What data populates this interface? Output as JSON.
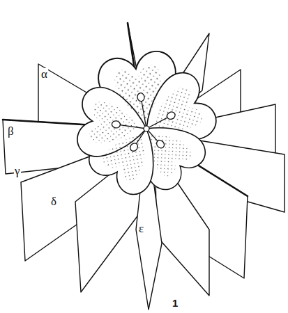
{
  "diagram": {
    "labels": [
      "α",
      "β",
      "γ",
      "δ",
      "ε",
      "1"
    ]
  }
}
